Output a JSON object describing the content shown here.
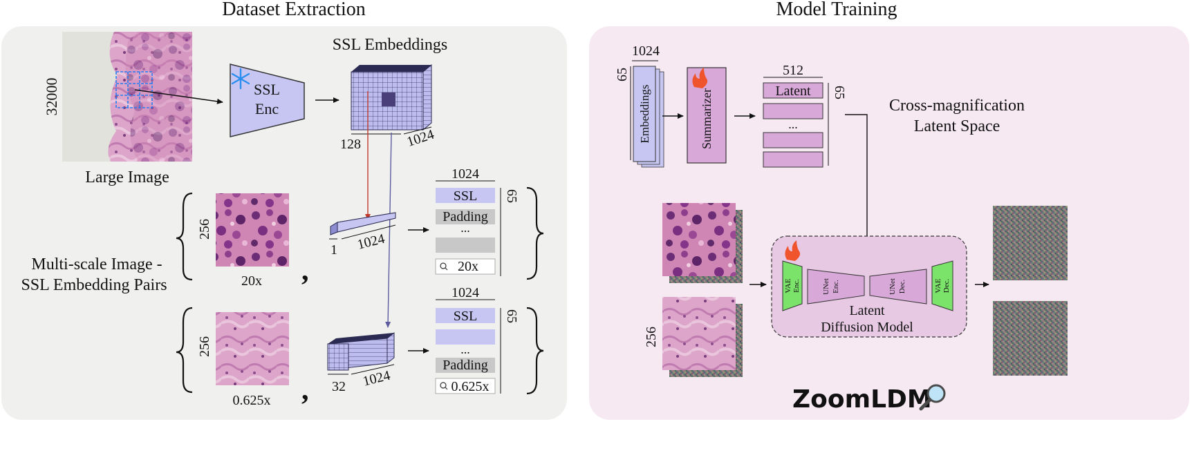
{
  "left_panel": {
    "title": "Dataset Extraction",
    "large_image_label": "Large Image",
    "large_image_size": "32000",
    "encoder_label_1": "SSL",
    "encoder_label_2": "Enc",
    "embeddings_label": "SSL Embeddings",
    "cube_dim_a": "128",
    "cube_dim_b": "1024",
    "pairs_label_1": "Multi-scale Image -",
    "pairs_label_2": "SSL Embedding Pairs",
    "row1": {
      "patch_size": "256",
      "mag_caption": "20x",
      "vec_dim_a": "1",
      "vec_dim_b": "1024",
      "table_width": "1024",
      "table_height": "65",
      "cell_ssl": "SSL",
      "cell_padding": "Padding",
      "cell_ellipsis": "...",
      "cell_mag": "20x"
    },
    "row2": {
      "patch_size": "256",
      "mag_caption": "0.625x",
      "vec_dim_a": "32",
      "vec_dim_b": "1024",
      "table_width": "1024",
      "table_height": "65",
      "cell_ssl": "SSL",
      "cell_ellipsis": "...",
      "cell_padding": "Padding",
      "cell_mag": "0.625x"
    }
  },
  "right_panel": {
    "title": "Model Training",
    "emb_width": "1024",
    "emb_height": "65",
    "embeddings_label": "Embeddings",
    "summarizer_label": "Summarizer",
    "latent_width": "512",
    "latent_height": "65",
    "latent_label": "Latent",
    "latent_ellipsis": "...",
    "space_label_1": "Cross-magnification",
    "space_label_2": "Latent Space",
    "patch_size": "256",
    "vae_enc": [
      "VAE",
      "Enc."
    ],
    "unet_enc": [
      "UNet",
      "Enc."
    ],
    "unet_dec": [
      "UNet",
      "Dec."
    ],
    "vae_dec": [
      "VAE",
      "Dec."
    ],
    "ldm_label_1": "Latent",
    "ldm_label_2": "Diffusion Model",
    "brand": "ZoomLDM"
  },
  "colors": {
    "left_bg": "#f0f0ef",
    "right_bg": "#f7e9f1",
    "ssl_purple": "#c7c6f2",
    "summarizer_pink": "#d8a9d8",
    "padding_gray": "#c8c8c8",
    "vae_green": "#7be26a",
    "ldm_bg": "#e7c9e3",
    "red_arrow": "#c0392b",
    "blue_arrow": "#5b5b9e",
    "snow_blue": "#2a8ef0"
  }
}
